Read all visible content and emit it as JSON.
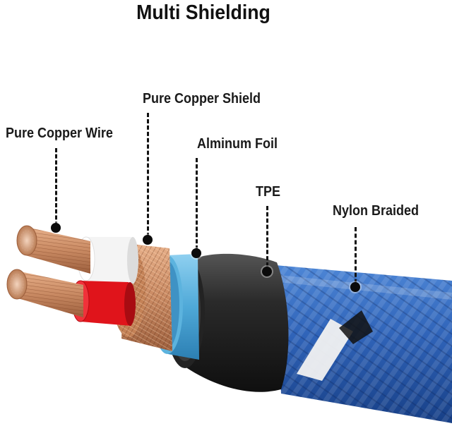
{
  "title": "Multi Shielding",
  "callouts": [
    {
      "id": "pure-copper-wire",
      "label": "Pure Copper Wire"
    },
    {
      "id": "pure-copper-shield",
      "label": "Pure Copper Shield"
    },
    {
      "id": "aluminum-foil",
      "label": "Alminum Foil"
    },
    {
      "id": "tpe",
      "label": "TPE"
    },
    {
      "id": "nylon-braided",
      "label": "Nylon Braided"
    }
  ],
  "colors": {
    "copper": "#c98a63",
    "white_insulation": "#f4f4f4",
    "red_insulation": "#e0141b",
    "aluminum_foil": "#4fa9d8",
    "tpe_jacket": "#1e1e1e",
    "nylon_braid": "#2f63b8",
    "leader_lines": "#111111"
  }
}
